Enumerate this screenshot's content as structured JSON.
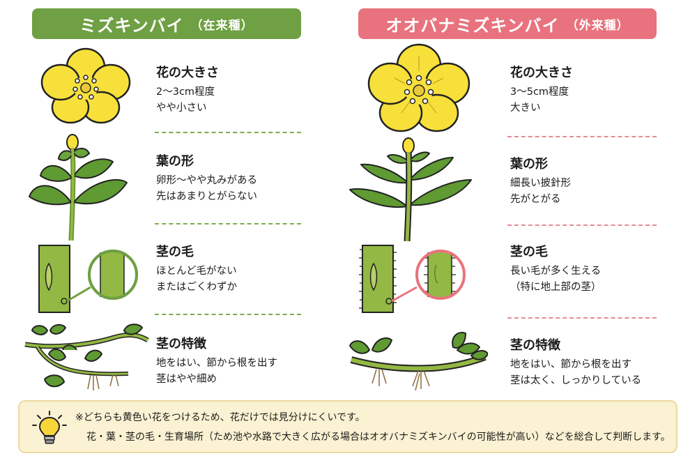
{
  "left": {
    "name": "ミズキンバイ",
    "tag": "（在来種）",
    "rows": [
      {
        "title": "花の大きさ",
        "lines": [
          "2〜3cm程度",
          "やや小さい"
        ]
      },
      {
        "title": "葉の形",
        "lines": [
          "卵形〜やや丸みがある",
          "先はあまりとがらない"
        ]
      },
      {
        "title": "茎の毛",
        "lines": [
          "ほとんど毛がない",
          "またはごくわずか"
        ]
      },
      {
        "title": "茎の特徴",
        "lines": [
          "地をはい、節から根を出す",
          "茎はやや細め"
        ]
      }
    ]
  },
  "right": {
    "name": "オオバナミズキンバイ",
    "tag": "（外来種）",
    "rows": [
      {
        "title": "花の大きさ",
        "lines": [
          "3〜5cm程度",
          "大きい"
        ]
      },
      {
        "title": "葉の形",
        "lines": [
          "細長い披針形",
          "先がとがる"
        ]
      },
      {
        "title": "茎の毛",
        "lines": [
          "長い毛が多く生える",
          "（特に地上部の茎）"
        ]
      },
      {
        "title": "茎の特徴",
        "lines": [
          "地をはい、節から根を出す",
          "茎は太く、しっかりしている"
        ]
      }
    ]
  },
  "note": {
    "line1": "※どちらも黄色い花をつけるため、花だけでは見分けにくいです。",
    "line2": "花・葉・茎の毛・生育場所（ため池や水路で大きく広がる場合はオオバナミズキンバイの可能性が高い）などを総合して判断します。"
  },
  "colors": {
    "native": "#6fa043",
    "invasive": "#e8737e",
    "flower": "#f7e03a",
    "stem": "#93b843",
    "leaf": "#5f9a32",
    "note_bg": "#fbf2d3"
  },
  "icons": {
    "note": "light-bulb-icon"
  }
}
